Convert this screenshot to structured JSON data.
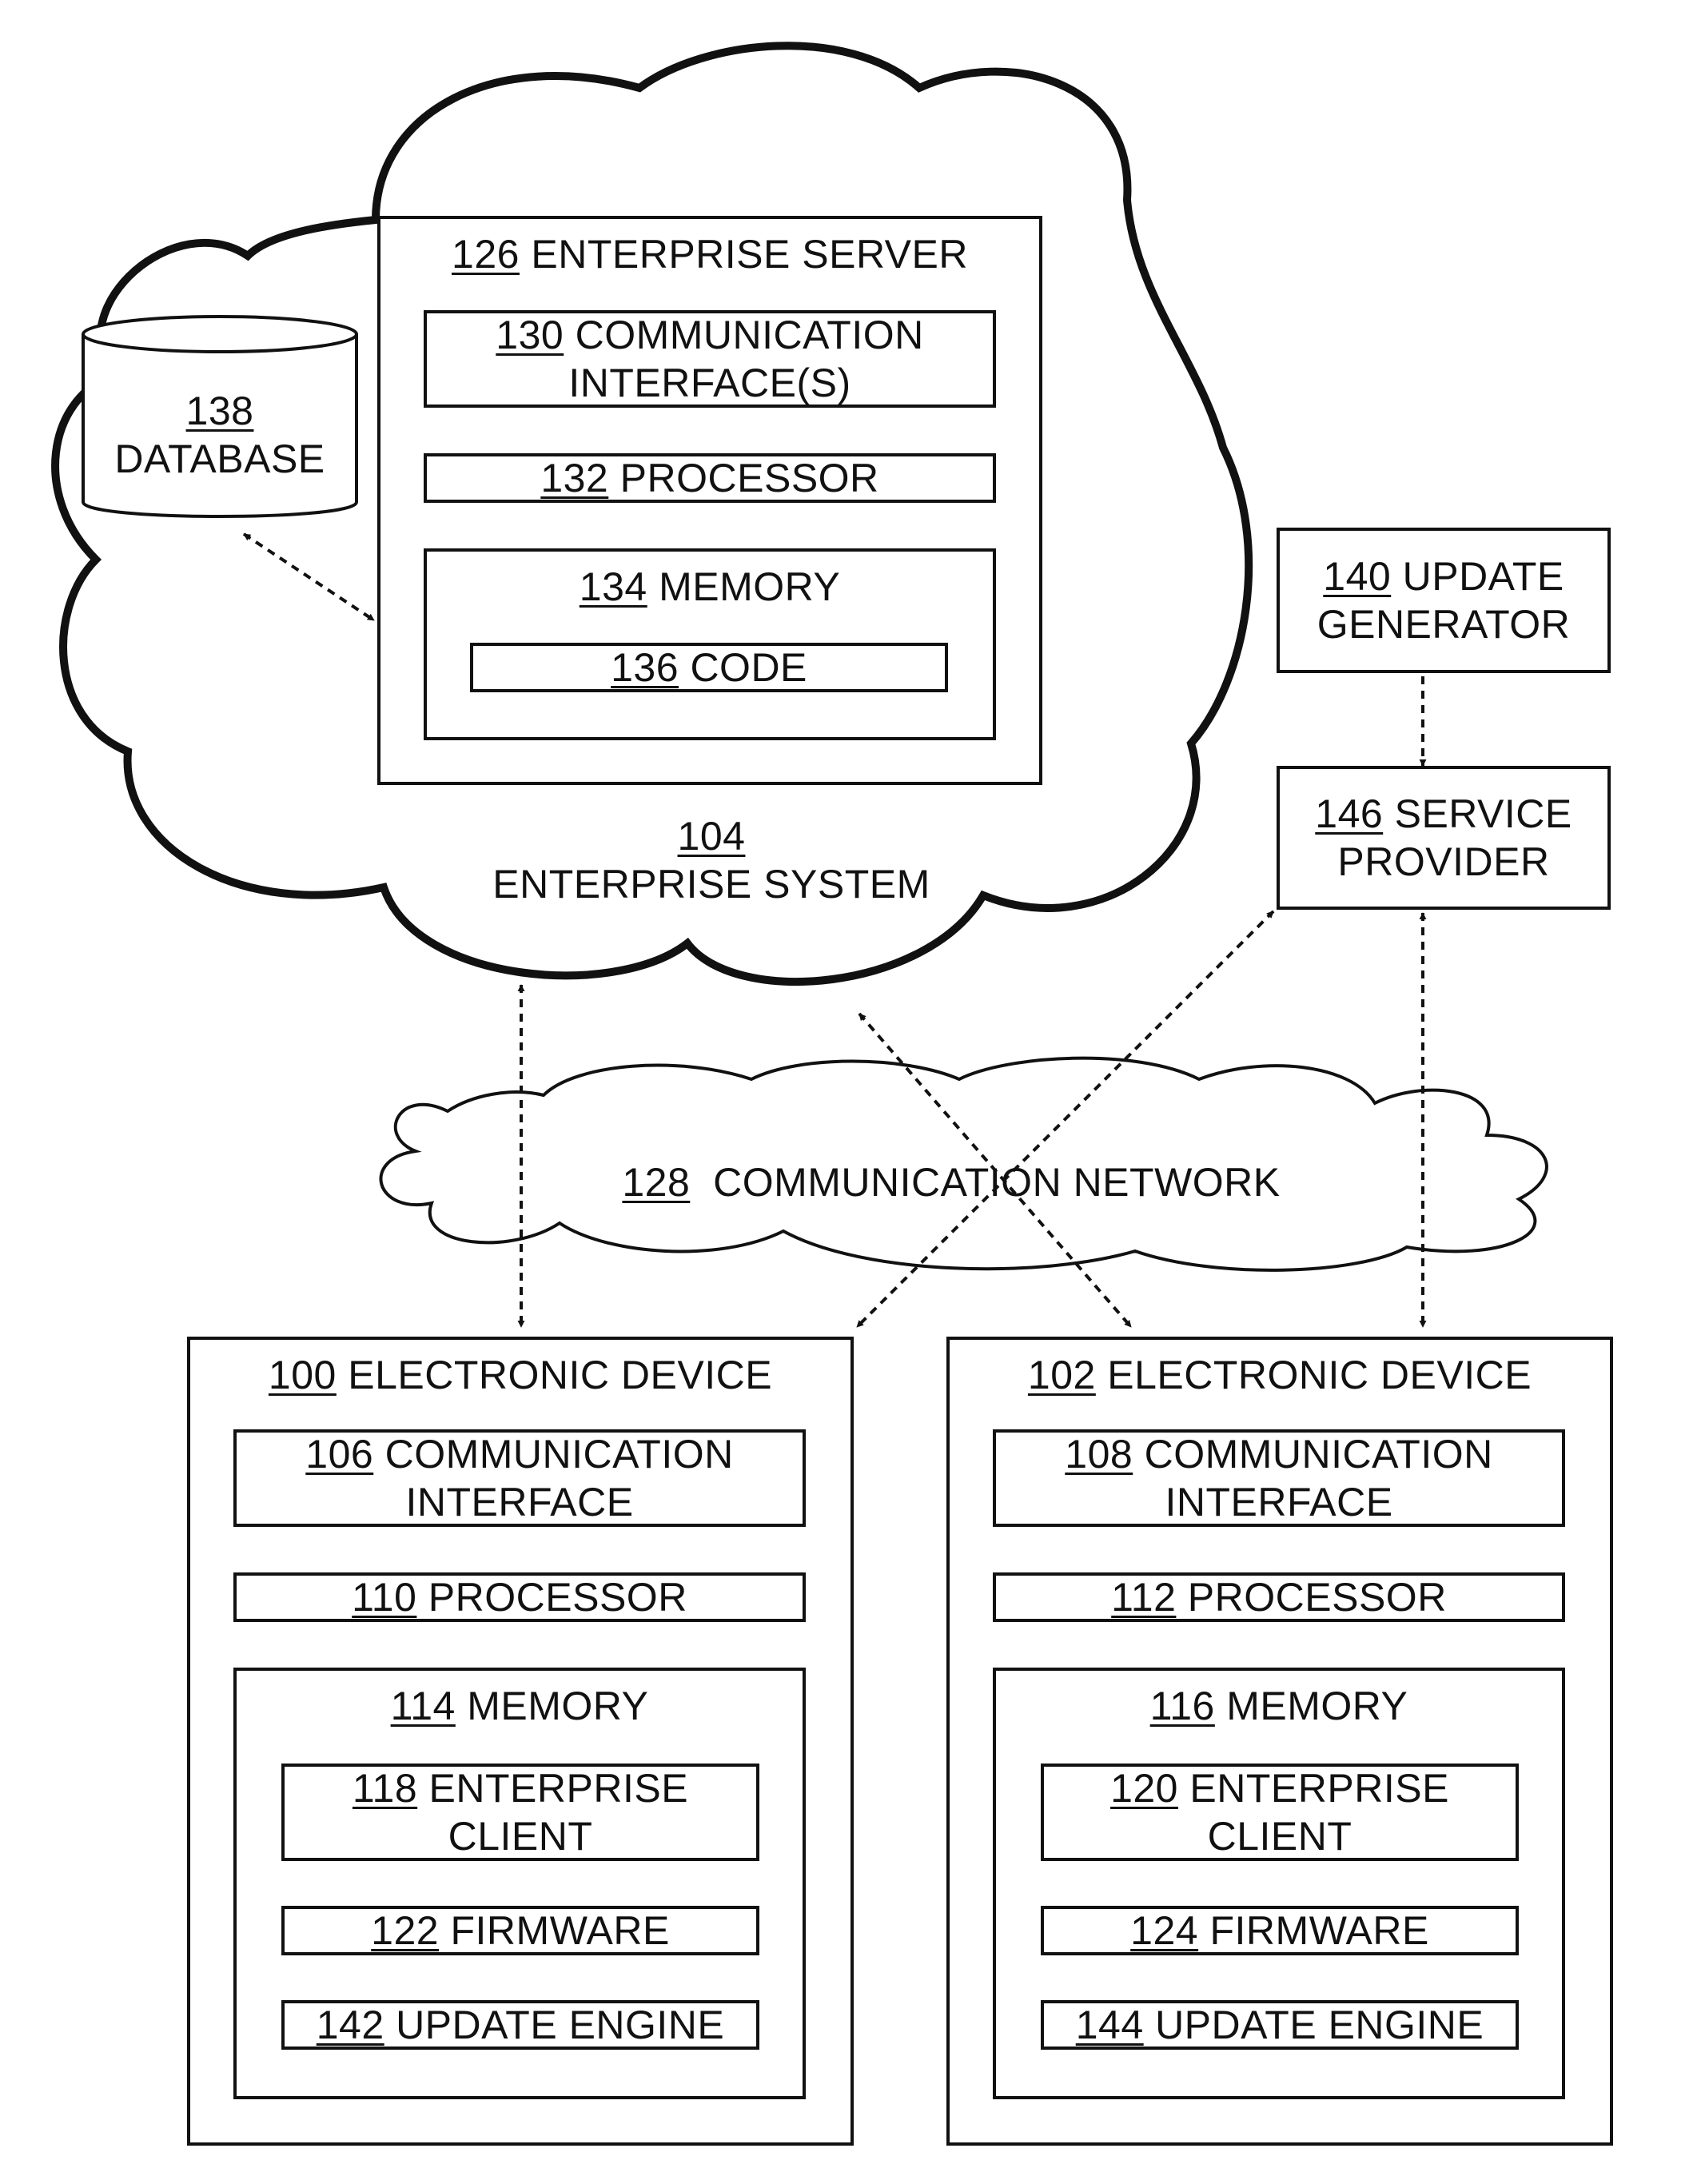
{
  "enterprise_system": {
    "num": "104",
    "label": "ENTERPRISE SYSTEM"
  },
  "enterprise_server": {
    "num": "126",
    "label": "ENTERPRISE SERVER",
    "comm_interface": {
      "num": "130",
      "line1": "COMMUNICATION",
      "line2": "INTERFACE(S)"
    },
    "processor": {
      "num": "132",
      "label": "PROCESSOR"
    },
    "memory": {
      "num": "134",
      "label": "MEMORY"
    },
    "code": {
      "num": "136",
      "label": "CODE"
    }
  },
  "database": {
    "num": "138",
    "label": "DATABASE"
  },
  "update_generator": {
    "num": "140",
    "line1": "UPDATE",
    "line2": "GENERATOR"
  },
  "service_provider": {
    "num": "146",
    "line1": "SERVICE",
    "line2": "PROVIDER"
  },
  "network": {
    "num": "128",
    "label": "COMMUNICATION NETWORK"
  },
  "device_100": {
    "num": "100",
    "label": "ELECTRONIC DEVICE",
    "comm_interface": {
      "num": "106",
      "line1": "COMMUNICATION",
      "line2": "INTERFACE"
    },
    "processor": {
      "num": "110",
      "label": "PROCESSOR"
    },
    "memory": {
      "num": "114",
      "label": "MEMORY"
    },
    "client": {
      "num": "118",
      "line1": "ENTERPRISE",
      "line2": "CLIENT"
    },
    "firmware": {
      "num": "122",
      "label": "FIRMWARE"
    },
    "update_engine": {
      "num": "142",
      "label": "UPDATE ENGINE"
    }
  },
  "device_102": {
    "num": "102",
    "label": "ELECTRONIC DEVICE",
    "comm_interface": {
      "num": "108",
      "line1": "COMMUNICATION",
      "line2": "INTERFACE"
    },
    "processor": {
      "num": "112",
      "label": "PROCESSOR"
    },
    "memory": {
      "num": "116",
      "label": "MEMORY"
    },
    "client": {
      "num": "120",
      "line1": "ENTERPRISE",
      "line2": "CLIENT"
    },
    "firmware": {
      "num": "124",
      "label": "FIRMWARE"
    },
    "update_engine": {
      "num": "144",
      "label": "UPDATE ENGINE"
    }
  },
  "colors": {
    "ink": "#111111",
    "background": "#ffffff"
  }
}
